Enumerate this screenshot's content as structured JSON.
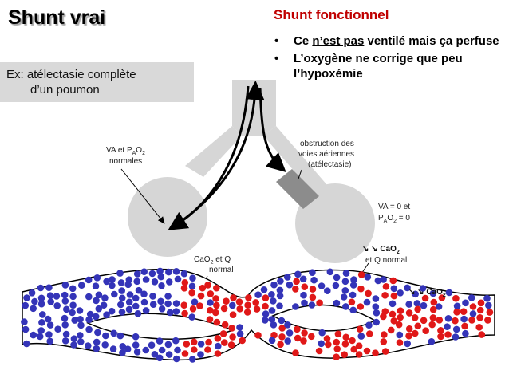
{
  "title": "Shunt vrai",
  "example": {
    "line1": "Ex: atélectasie complète",
    "line2": "d’un poumon"
  },
  "shunt_fonctionnel": {
    "heading": "Shunt fonctionnel",
    "bullet1": {
      "pre": "Ce ",
      "underlined": "n’est pas",
      "post": " ventilé mais ça perfuse"
    },
    "bullet2": "L’oxygène ne corrige que peu l’hypoxémie"
  },
  "labels": {
    "va_normal_1": "VA et P",
    "va_normal_1_sub": "A",
    "va_normal_1_o": "O",
    "va_normal_1_sub2": "2",
    "va_normal_2": "normales",
    "obstruction_1": "obstruction des",
    "obstruction_2": "voies aériennes",
    "obstruction_3": "(atélectasie)",
    "va_zero_1": "VA = 0 et",
    "va_zero_2_p": "P",
    "va_zero_2_sub": "A",
    "va_zero_2_o": "O",
    "va_zero_2_sub2": "2",
    "va_zero_2_eq": " = 0",
    "cao2_normal_1": "CaO",
    "cao2_normal_1_sub": "2",
    "cao2_normal_1_rest": " et Q",
    "cao2_normal_2": "normal",
    "arrows_symbol": "↘ ↘",
    "cao2_low_1": " CaO",
    "cao2_low_1_sub": "2",
    "cao2_low_2": "et Q normal",
    "cao2_low_3": " CaO",
    "cao2_low_3_sub": "2"
  },
  "colors": {
    "title_shadow": "#a8a8a8",
    "heading_red": "#c00000",
    "box_gray": "#d9d9d9",
    "airway_gray": "#d6d6d6",
    "obstruction_gray": "#8c8c8c",
    "blue_cell": "#3434b8",
    "red_cell": "#e01818"
  }
}
